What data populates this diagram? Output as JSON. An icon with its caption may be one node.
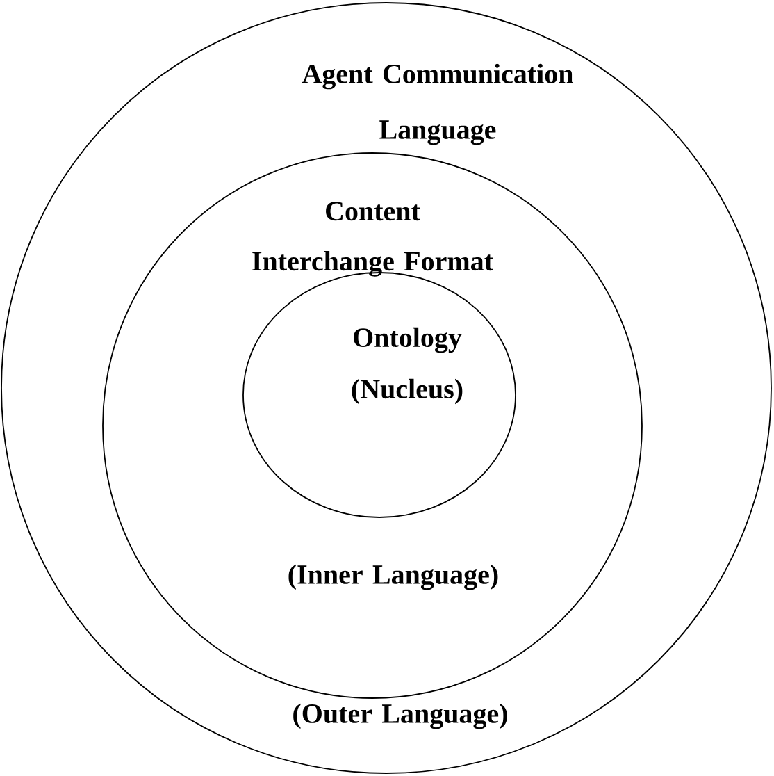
{
  "diagram": {
    "nodes": [
      {
        "text": [
          "Agent Communication Language",
          "(Outer Language)"
        ]
      },
      {
        "text": [
          "Content Interchange Format",
          "(Inner Language)"
        ],
        "in": 0
      },
      {
        "text": [
          "Ontology (Nucleus)"
        ],
        "in": 1
      }
    ]
  }
}
